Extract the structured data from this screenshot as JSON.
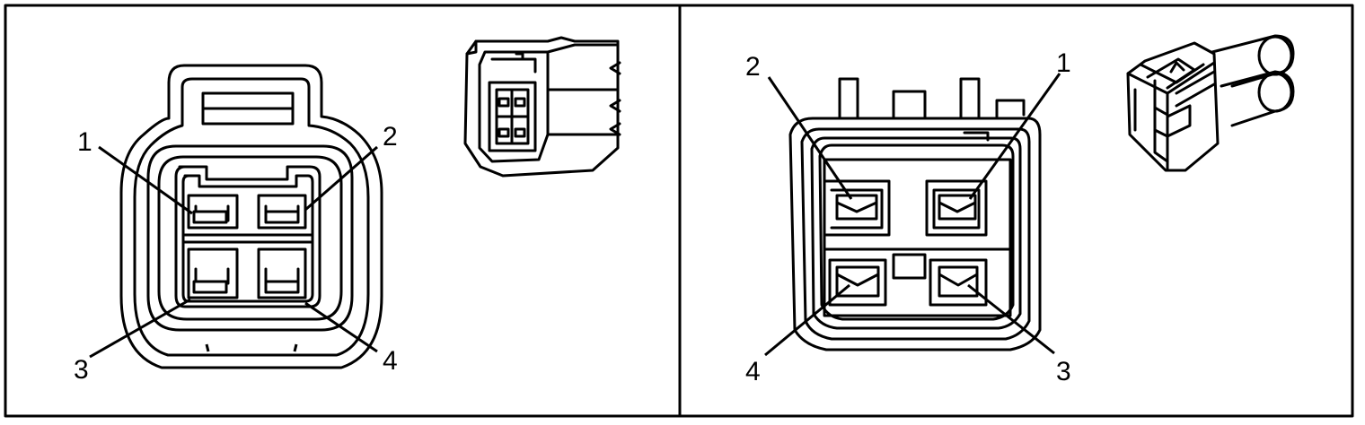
{
  "left_panel": {
    "pin_labels": {
      "p1": "1",
      "p2": "2",
      "p3": "3",
      "p4": "4"
    }
  },
  "right_panel": {
    "pin_labels": {
      "p1": "1",
      "p2": "2",
      "p3": "3",
      "p4": "4"
    }
  },
  "colors": {
    "line": "#000000",
    "background": "#ffffff"
  }
}
